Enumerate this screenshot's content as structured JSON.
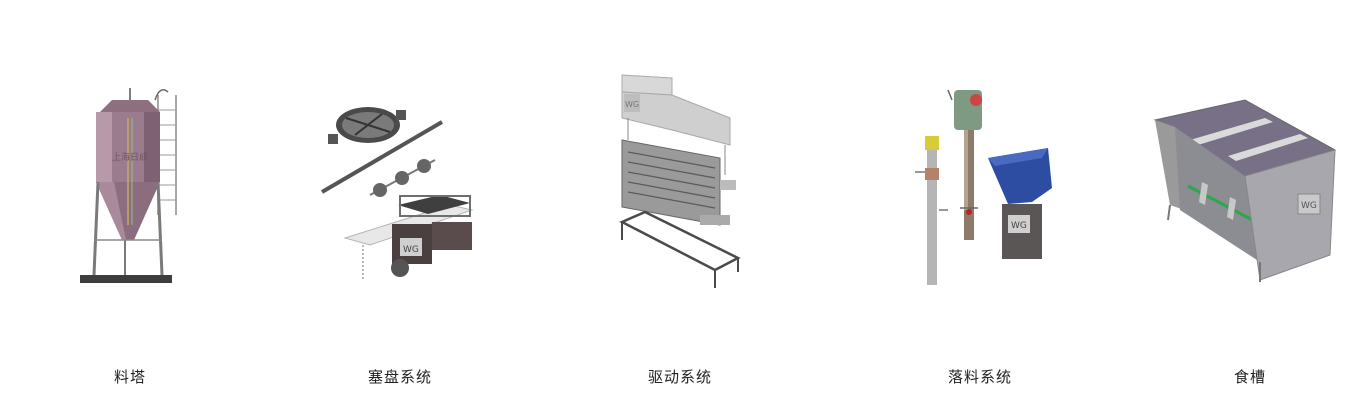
{
  "items": [
    {
      "label": "料塔"
    },
    {
      "label": "塞盘系统"
    },
    {
      "label": "驱动系统"
    },
    {
      "label": "落料系统"
    },
    {
      "label": "食槽"
    }
  ],
  "logo_text": "WG",
  "silo_text": "上海日成"
}
